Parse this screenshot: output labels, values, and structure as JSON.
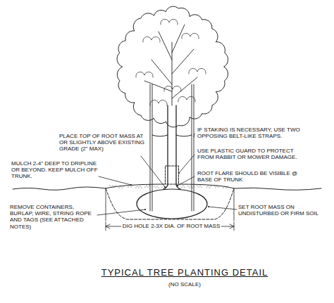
{
  "diagram": {
    "title": "TYPICAL TREE PLANTING DETAIL",
    "labels": [
      "PLACE TOP OF ROOT MASS AT OR SLIGHTLY ABOVE EXISTING GRADE (2\" MAX)",
      "IF STAKING IS NECESSARY, USE TWO OPPOSING BELT-LIKE STRAPS.",
      "USE PLASTIC GUARD TO PROTECT FROM RABBIT OR MOWER DAMAGE.",
      "MULCH 2-4\" DEEP TO DRIPLINE OR BEYOND. KEEP MULCH OFF TRUNK.",
      "ROOT FLARE SHOULD BE VISIBLE @ BASE OF TRUNK",
      "REMOVE CONTAINERS, BURLAP, WIRE, STRING ROPE AND TAGS (SEE ATTACHED NOTES)",
      "SET ROOT MASS ON UNDISTURBED OR FIRM SOIL",
      "DIG HOLE 2-3X DIA. OF ROOT MASS",
      "(NO SCALE)"
    ]
  }
}
